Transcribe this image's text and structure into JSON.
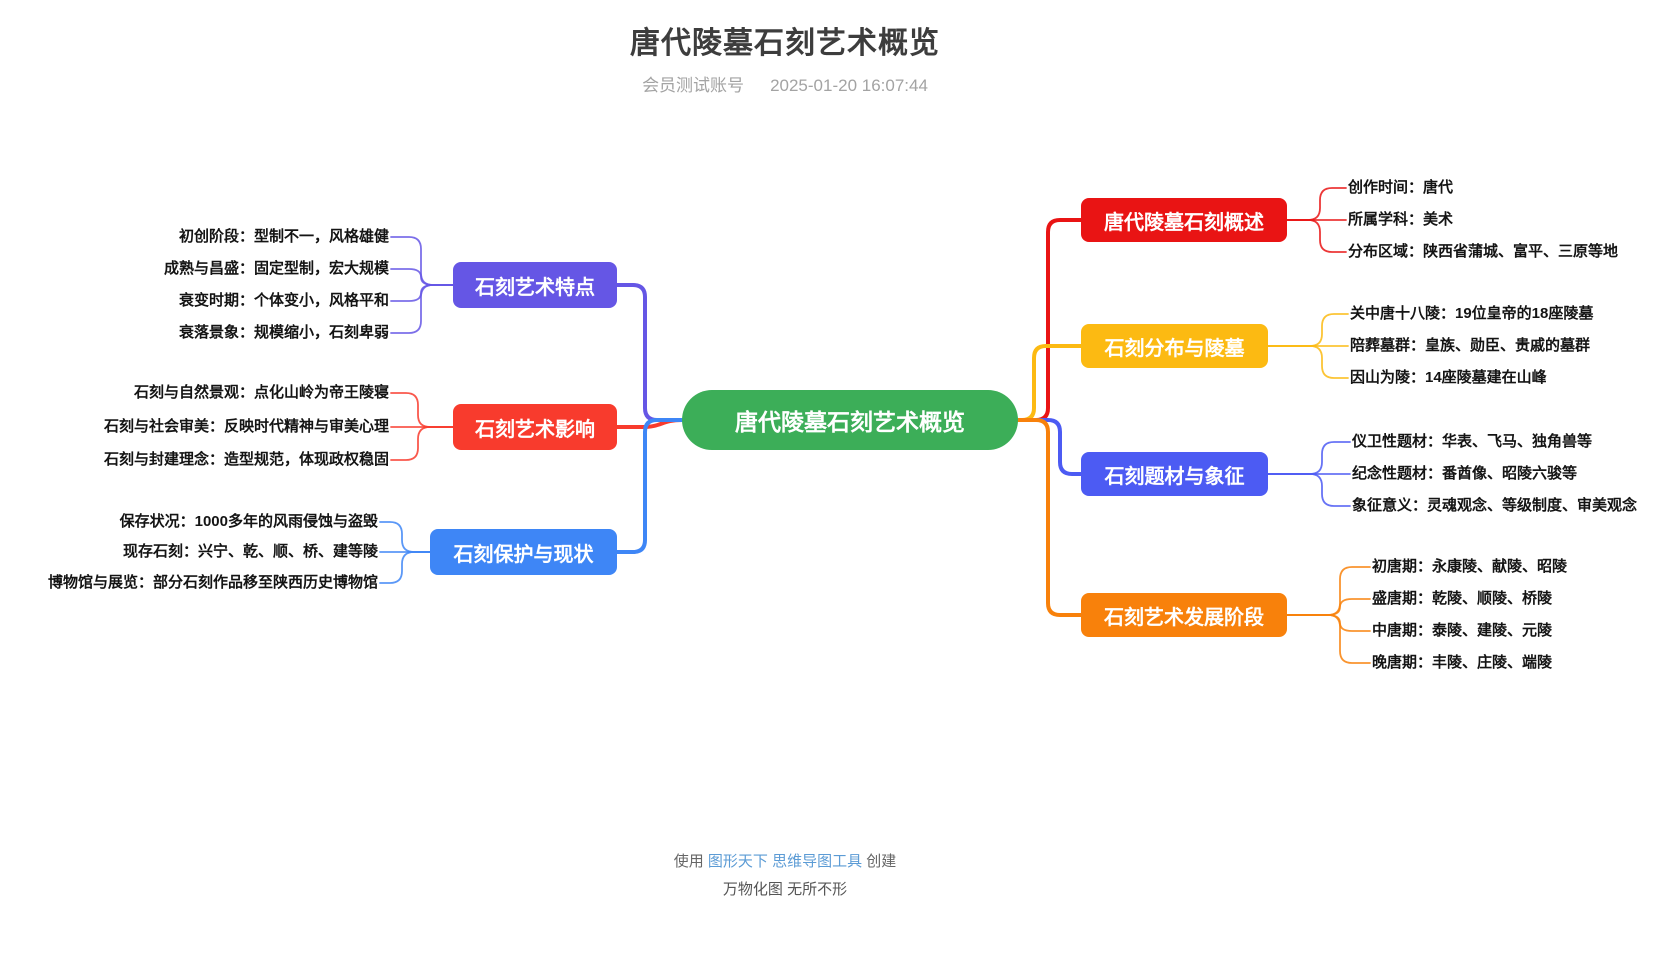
{
  "header": {
    "title": "唐代陵墓石刻艺术概览",
    "account": "会员测试账号",
    "timestamp": "2025-01-20 16:07:44"
  },
  "footer": {
    "prefix": "使用",
    "link": "图形天下 思维导图工具",
    "suffix": "创建",
    "slogan": "万物化图 无所不形",
    "link_color": "#5b9bd5"
  },
  "mindmap": {
    "root": {
      "label": "唐代陵墓石刻艺术概览",
      "color": "#3cae58"
    },
    "left_branches": [
      {
        "label": "石刻艺术特点",
        "color": "#6556e5",
        "leaves": [
          "初创阶段：型制不一，风格雄健",
          "成熟与昌盛：固定型制，宏大规模",
          "衰变时期：个体变小，风格平和",
          "衰落景象：规模缩小，石刻卑弱"
        ]
      },
      {
        "label": "石刻艺术影响",
        "color": "#f83b2d",
        "leaves": [
          "石刻与自然景观：点化山岭为帝王陵寝",
          "石刻与社会审美：反映时代精神与审美心理",
          "石刻与封建理念：造型规范，体现政权稳固"
        ]
      },
      {
        "label": "石刻保护与现状",
        "color": "#3e86f6",
        "leaves": [
          "保存状况：1000多年的风雨侵蚀与盗毁",
          "现存石刻：兴宁、乾、顺、桥、建等陵",
          "博物馆与展览：部分石刻作品移至陕西历史博物馆"
        ]
      }
    ],
    "right_branches": [
      {
        "label": "唐代陵墓石刻概述",
        "color": "#e91414",
        "leaves": [
          "创作时间：唐代",
          "所属学科：美术",
          "分布区域：陕西省蒲城、富平、三原等地"
        ]
      },
      {
        "label": "石刻分布与陵墓",
        "color": "#fcba12",
        "leaves": [
          "关中唐十八陵：19位皇帝的18座陵墓",
          "陪葬墓群：皇族、勋臣、贵戚的墓群",
          "因山为陵：14座陵墓建在山峰"
        ]
      },
      {
        "label": "石刻题材与象征",
        "color": "#4c5bf3",
        "leaves": [
          "仪卫性题材：华表、飞马、独角兽等",
          "纪念性题材：番酋像、昭陵六骏等",
          "象征意义：灵魂观念、等级制度、审美观念"
        ]
      },
      {
        "label": "石刻艺术发展阶段",
        "color": "#f8810b",
        "leaves": [
          "初唐期：永康陵、献陵、昭陵",
          "盛唐期：乾陵、顺陵、桥陵",
          "中唐期：泰陵、建陵、元陵",
          "晚唐期：丰陵、庄陵、端陵"
        ]
      }
    ]
  }
}
